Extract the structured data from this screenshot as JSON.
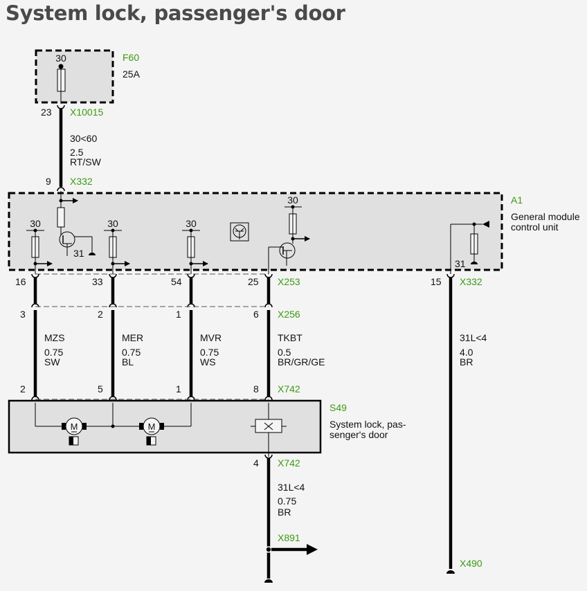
{
  "page": {
    "title": "System lock, passenger's door"
  },
  "components": {
    "F60": {
      "id": "F60",
      "desc": "25A",
      "pin": "30"
    },
    "A1": {
      "id": "A1",
      "desc_line1": "General module",
      "desc_line2": "control unit",
      "pin_30": "30",
      "pin_31": "31"
    },
    "S49": {
      "id": "S49",
      "desc_line1": "System lock, pas-",
      "desc_line2": "senger's door",
      "motor": "M"
    }
  },
  "connectors": {
    "x10015": {
      "name": "X10015",
      "pin": "23"
    },
    "x332_top": {
      "name": "X332",
      "pin": "9"
    },
    "x253": {
      "name": "X253",
      "pins": [
        "16",
        "33",
        "54",
        "25"
      ]
    },
    "x332_right": {
      "name": "X332",
      "pin": "15"
    },
    "x256": {
      "name": "X256",
      "pins": [
        "3",
        "2",
        "1",
        "6"
      ]
    },
    "x742_top": {
      "name": "X742",
      "pins": [
        "2",
        "5",
        "1",
        "8"
      ]
    },
    "x742_bottom": {
      "name": "X742",
      "pin": "4"
    },
    "x891": {
      "name": "X891"
    },
    "x490": {
      "name": "X490"
    }
  },
  "wires": {
    "supply": {
      "signal": "30<60",
      "size": "2.5",
      "color": "RT/SW"
    },
    "mzs": {
      "signal": "MZS",
      "size": "0.75",
      "color": "SW"
    },
    "mer": {
      "signal": "MER",
      "size": "0.75",
      "color": "BL"
    },
    "mvr": {
      "signal": "MVR",
      "size": "0.75",
      "color": "WS"
    },
    "tkbt": {
      "signal": "TKBT",
      "size": "0.5",
      "color": "BR/GR/GE"
    },
    "ground_right": {
      "signal": "31L<4",
      "size": "4.0",
      "color": "BR"
    },
    "ground_bottom": {
      "signal": "31L<4",
      "size": "0.75",
      "color": "BR"
    }
  },
  "colors": {
    "connector_label": "#3a9a10",
    "component_fill": "#e0e0e0",
    "background": "#f4f4f4"
  }
}
